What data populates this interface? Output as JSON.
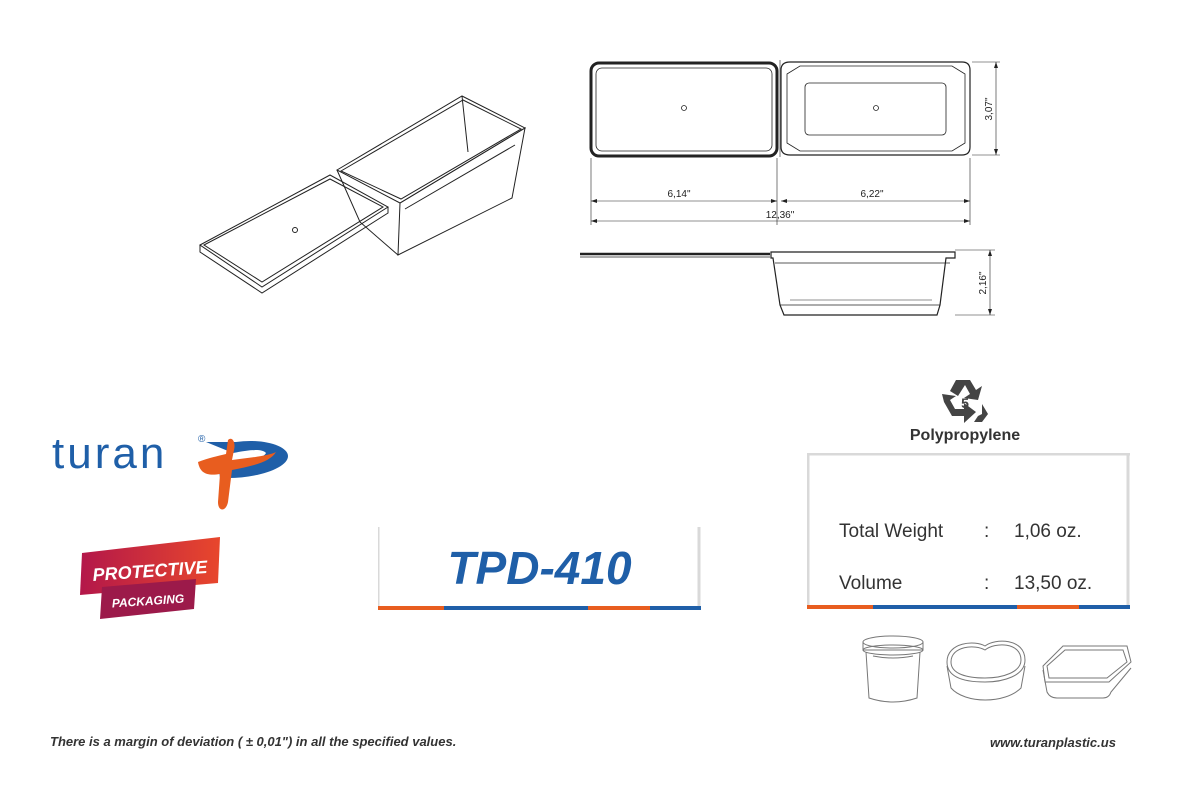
{
  "product": {
    "code": "TPD-410"
  },
  "brand": {
    "name": "turan",
    "registered": "®",
    "tagline_top": "PROTECTIVE",
    "tagline_bottom": "PACKAGING"
  },
  "material": {
    "recycle_code": "5",
    "name": "Polypropylene"
  },
  "specs": [
    {
      "label": "Total Weight",
      "sep": ":",
      "value": "1,06 oz."
    },
    {
      "label": "Volume",
      "sep": ":",
      "value": "13,50 oz."
    }
  ],
  "dimensions": {
    "lid_length": "6,14\"",
    "base_length": "6,22\"",
    "total_length": "12,36\"",
    "width": "3,07\"",
    "height": "2,16\""
  },
  "footer": {
    "note": "There is a margin of deviation ( ± 0,01\") in all the specified values.",
    "url": "www.turanplastic.us"
  },
  "colors": {
    "brand_blue": "#1f5fa8",
    "brand_orange": "#e85d1f",
    "accent_red": "#b3174a"
  },
  "icons": [
    "recycle-icon",
    "round-tub-icon",
    "oval-container-icon",
    "rectangular-container-icon"
  ]
}
